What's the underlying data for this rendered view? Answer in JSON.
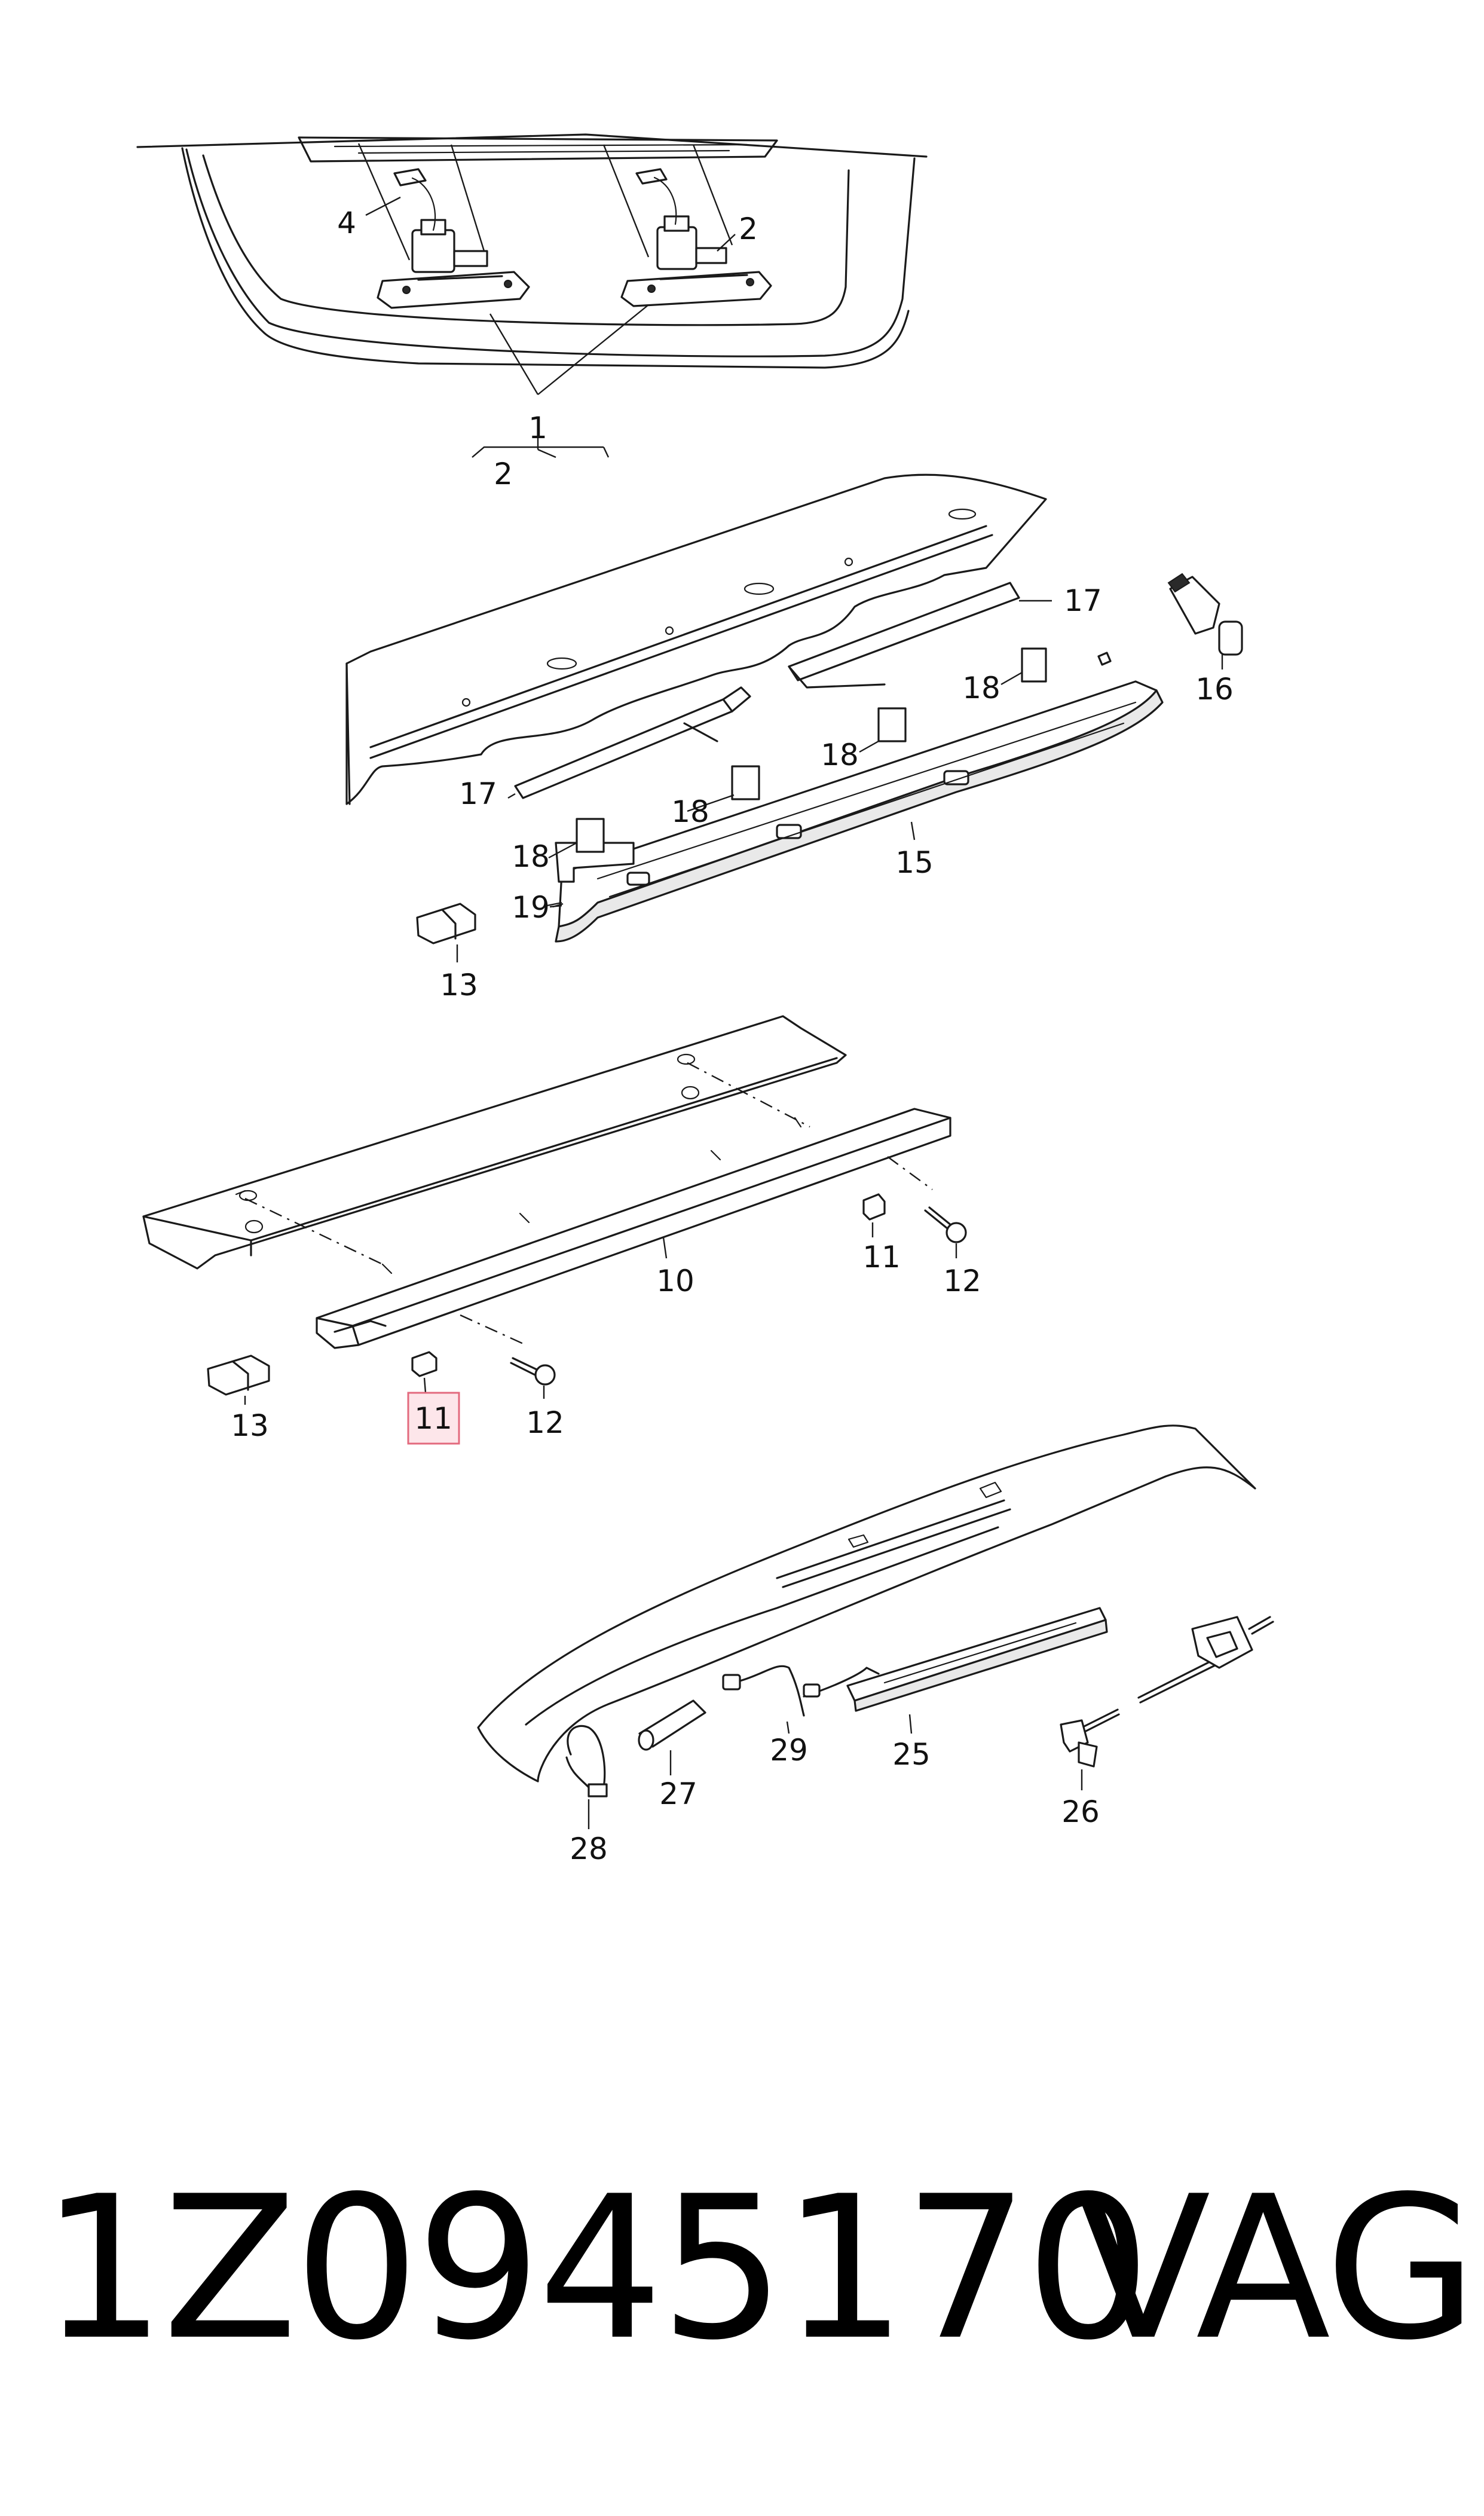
{
  "diagram": {
    "callouts": {
      "c1": "1",
      "c2a": "2",
      "c2b": "2",
      "c4": "4",
      "c17a": "17",
      "c16": "16",
      "c18a": "18",
      "c18b": "18",
      "c17b": "17",
      "c18c": "18",
      "c18d": "18",
      "c15": "15",
      "c19": "19",
      "c13a": "13",
      "c10": "10",
      "c11a": "11",
      "c12a": "12",
      "c13b": "13",
      "c11b": "11",
      "c12b": "12",
      "c29": "29",
      "c25": "25",
      "c27": "27",
      "c26": "26",
      "c28": "28"
    },
    "highlighted_callout": "c11b",
    "highlight_color": "#fde6ea"
  },
  "footer": {
    "part_number": "1Z0945170",
    "brand": "VAG"
  }
}
